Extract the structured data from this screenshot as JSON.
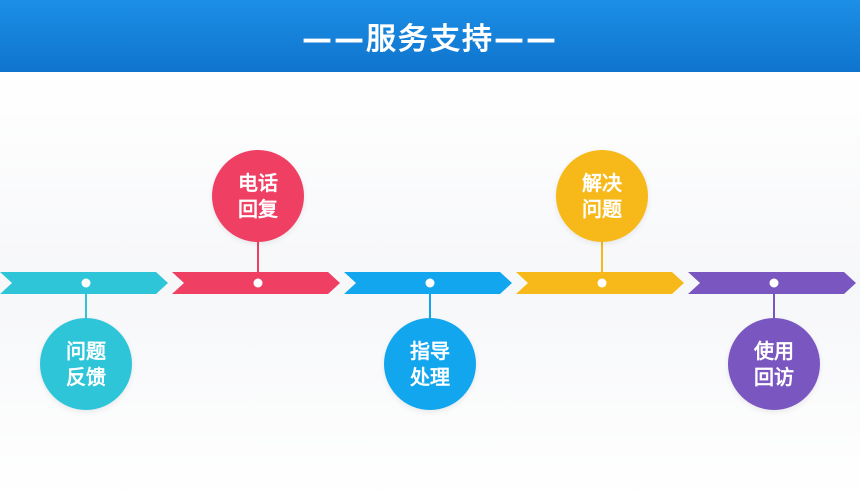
{
  "header": {
    "title": "——服务支持——",
    "color": "#1784dc"
  },
  "steps": [
    {
      "label": "问题反馈",
      "color": "#2ec5d9",
      "position": "below"
    },
    {
      "label": "电话回复",
      "color": "#ef3f63",
      "position": "above"
    },
    {
      "label": "指导处理",
      "color": "#12a6ef",
      "position": "below"
    },
    {
      "label": "解决问题",
      "color": "#f6b919",
      "position": "above"
    },
    {
      "label": "使用回访",
      "color": "#7a56c0",
      "position": "below"
    }
  ]
}
